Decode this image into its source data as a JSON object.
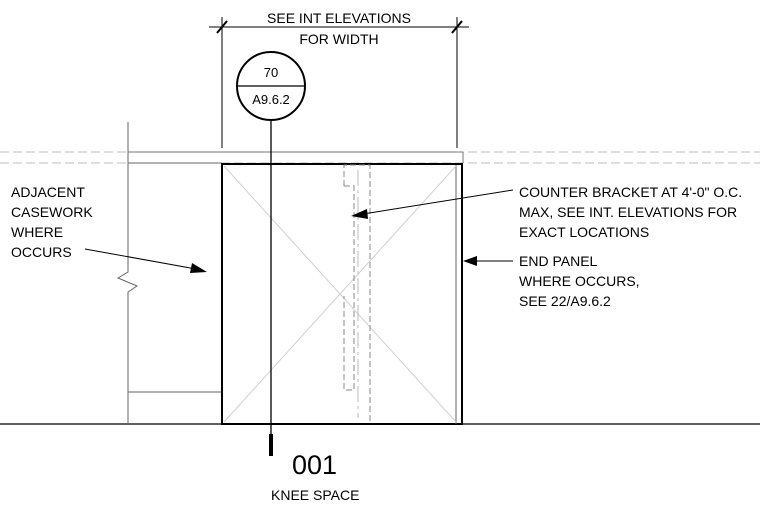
{
  "dimension": {
    "line1": "SEE INT ELEVATIONS",
    "line2": "FOR WIDTH"
  },
  "section_tag": {
    "top": "70",
    "bottom": "A9.6.2"
  },
  "notes": {
    "adjacent_casework": [
      "ADJACENT",
      "CASEWORK",
      "WHERE",
      "OCCURS"
    ],
    "counter_bracket": [
      "COUNTER BRACKET AT 4'-0\" O.C.",
      "MAX, SEE INT. ELEVATIONS FOR",
      "EXACT LOCATIONS"
    ],
    "end_panel": [
      "END PANEL",
      "WHERE OCCURS,",
      "SEE 22/A9.6.2"
    ]
  },
  "room_tag": {
    "number": "001",
    "name": "KNEE SPACE"
  }
}
